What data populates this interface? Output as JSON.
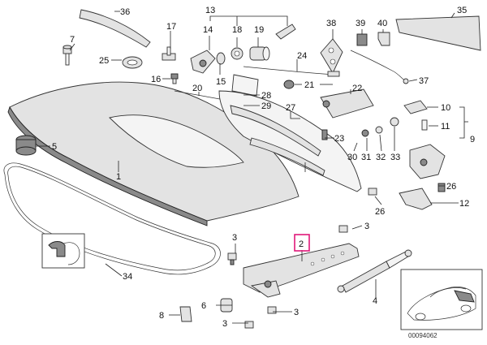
{
  "diagram": {
    "reference_code": "00094062",
    "highlighted_label": "2",
    "highlight_color": "#e0187a",
    "labels": {
      "l1": "1",
      "l2": "2",
      "l3a": "3",
      "l3b": "3",
      "l3c": "3",
      "l3d": "3",
      "l4": "4",
      "l5": "5",
      "l6": "6",
      "l7": "7",
      "l8": "8",
      "l9": "9",
      "l10": "10",
      "l11": "11",
      "l12": "12",
      "l13": "13",
      "l14": "14",
      "l15": "15",
      "l16": "16",
      "l17": "17",
      "l18": "18",
      "l19": "19",
      "l20": "20",
      "l21": "21",
      "l22": "22",
      "l23": "23",
      "l24": "24",
      "l25": "25",
      "l26a": "26",
      "l26b": "26",
      "l27": "27",
      "l28": "28",
      "l29": "29",
      "l30": "30",
      "l31": "31",
      "l32": "32",
      "l33": "33",
      "l34": "34",
      "l35": "35",
      "l36": "36",
      "l37": "37",
      "l38": "38",
      "l39": "39",
      "l40": "40"
    }
  }
}
